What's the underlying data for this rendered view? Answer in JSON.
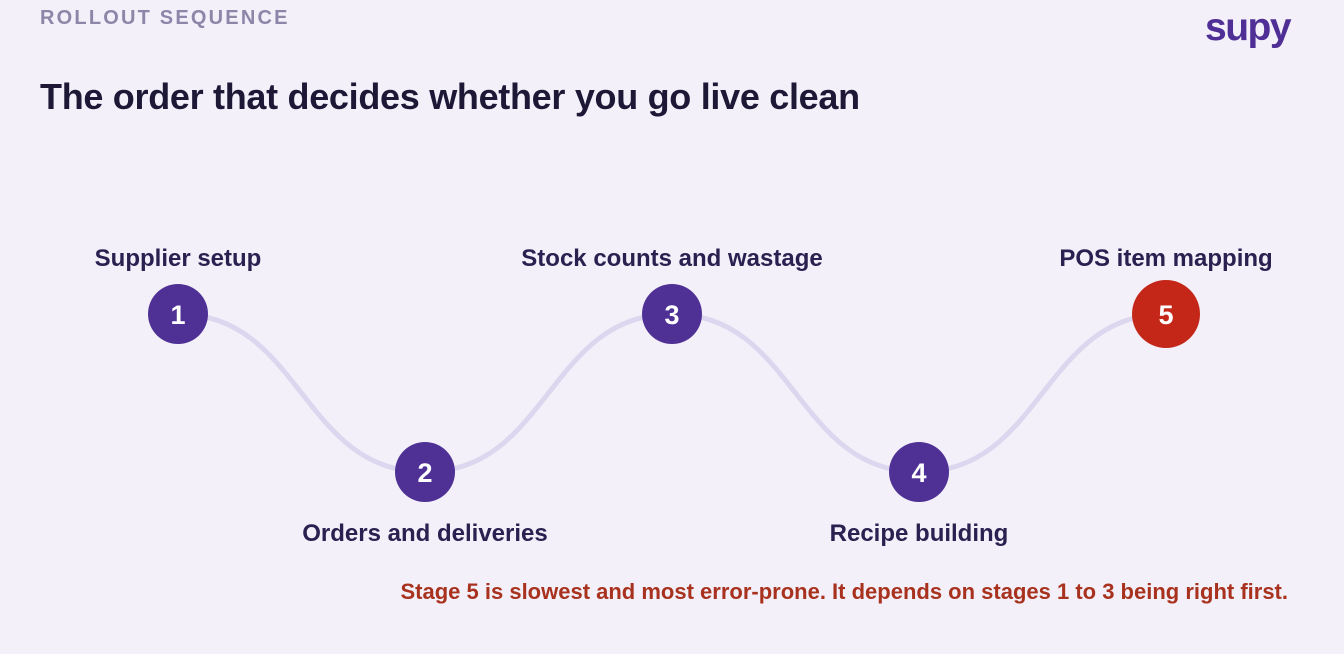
{
  "header": {
    "eyebrow": "ROLLOUT SEQUENCE",
    "logo": "supy",
    "title": "The order that decides whether you go live clean"
  },
  "stages": [
    {
      "number": "1",
      "label": "Supplier setup",
      "label_position": "above",
      "highlight": false
    },
    {
      "number": "2",
      "label": "Orders and deliveries",
      "label_position": "below",
      "highlight": false
    },
    {
      "number": "3",
      "label": "Stock counts and wastage",
      "label_position": "above",
      "highlight": false
    },
    {
      "number": "4",
      "label": "Recipe building",
      "label_position": "below",
      "highlight": false
    },
    {
      "number": "5",
      "label": "POS item mapping",
      "label_position": "above",
      "highlight": true
    }
  ],
  "footnote": "Stage 5 is slowest and most error-prone. It depends on stages 1 to 3 being right first.",
  "colors": {
    "background": "#f3f0fa",
    "node": "#4f3196",
    "highlight_node": "#c42718",
    "connector": "#dcd7ee",
    "label": "#2a2150",
    "title": "#1d1836",
    "eyebrow": "#8e86a8",
    "footnote": "#a8321e",
    "logo": "#4f2f96"
  }
}
